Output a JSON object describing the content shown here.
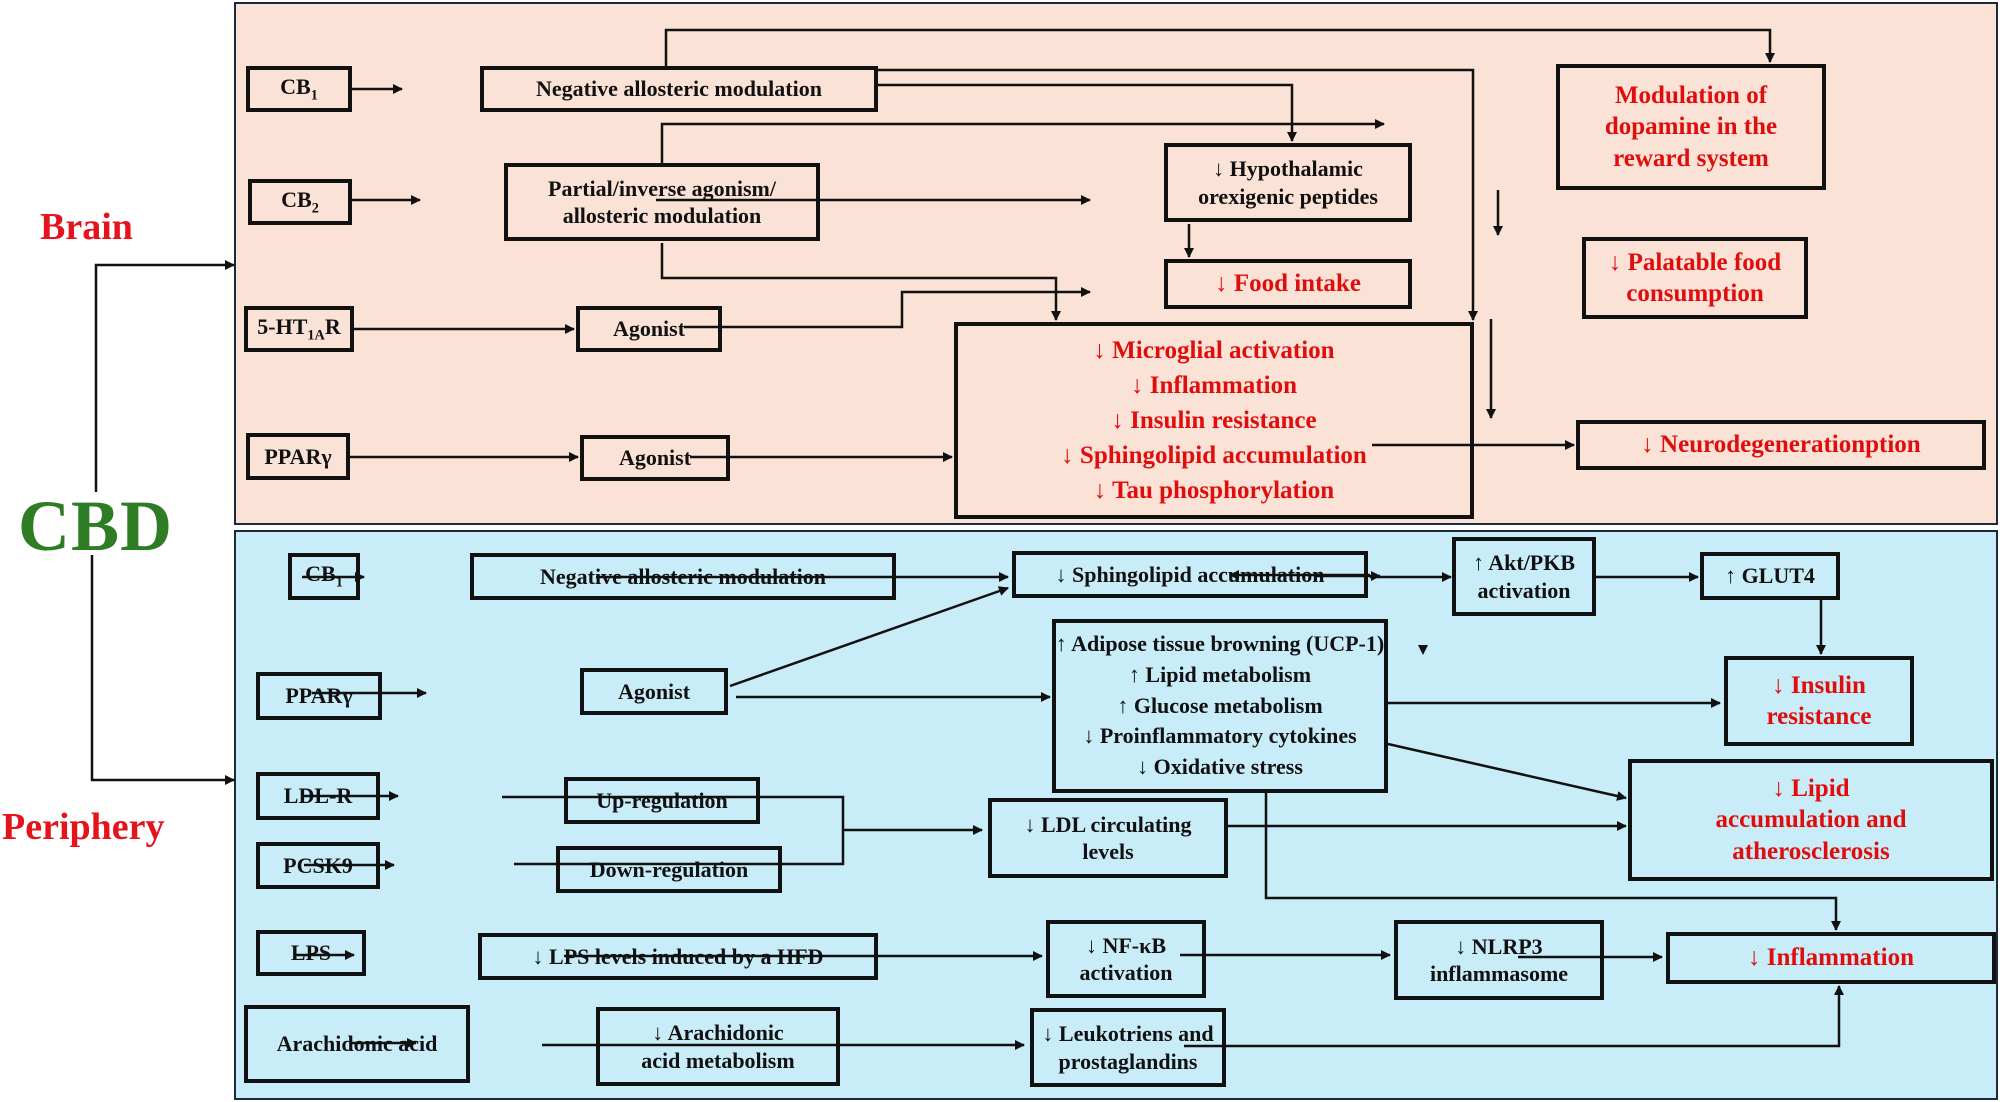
{
  "labels": {
    "source": "CBD",
    "brain": "Brain",
    "periphery": "Periphery"
  },
  "colors": {
    "brain_panel_bg": "#fbe2d6",
    "periphery_panel_bg": "#c9ecf9",
    "outcome_text": "#e00d0d",
    "section_label": "#e3141b",
    "cbd_label": "#2e7d25"
  },
  "brain": {
    "receptors": {
      "cb1": {
        "main": "CB",
        "sub": "1"
      },
      "cb2": {
        "main": "CB",
        "sub": "2"
      },
      "ht1a": {
        "pre": "5-HT",
        "sub": "1A",
        "post": "R"
      },
      "ppar": "PPARγ"
    },
    "mechanisms": {
      "neg_allosteric": "Negative allosteric modulation",
      "partial_inverse": [
        "Partial/inverse agonism/",
        "allosteric modulation"
      ],
      "agonist_5ht": "Agonist",
      "agonist_ppar": "Agonist"
    },
    "effects": {
      "hypothalamic": [
        "↓ Hypothalamic",
        "orexigenic peptides"
      ],
      "food_intake": "↓ Food intake",
      "dopamine": [
        "Modulation of",
        "dopamine in the",
        "reward system"
      ],
      "palatable": [
        "↓ Palatable food",
        "consumption"
      ],
      "microglial": [
        "↓ Microglial activation",
        "↓ Inflammation",
        "↓ Insulin resistance",
        "↓ Sphingolipid accumulation",
        "↓ Tau phosphorylation"
      ],
      "neurodegeneration": "↓ Neurodegenerationption"
    }
  },
  "periphery": {
    "receptors": {
      "cb1": {
        "main": "CB",
        "sub": "1"
      },
      "ppar": "PPARγ",
      "ldlr": "LDL-R",
      "pcsk9": "PCSK9",
      "lps": "LPS",
      "arachidonic": "Arachidonic acid"
    },
    "mechanisms": {
      "neg_allosteric": "Negative allosteric modulation",
      "agonist": "Agonist",
      "upregulation": "Up-regulation",
      "downregulation": "Down-regulation",
      "lps_levels": "↓ LPS levels induced by a HFD",
      "arachidonic_metab": [
        "↓ Arachidonic",
        "acid metabolism"
      ]
    },
    "effects": {
      "sphingolipid": "↓ Sphingolipid accumulation",
      "akt": [
        "↑ Akt/PKB",
        "activation"
      ],
      "glut4": "↑ GLUT4",
      "adipose": [
        "↑ Adipose tissue browning (UCP-1)",
        "↑ Lipid metabolism",
        "↑ Glucose metabolism",
        "↓ Proinflammatory cytokines",
        "↓ Oxidative stress"
      ],
      "insulin": [
        "↓ Insulin",
        "resistance"
      ],
      "ldl": [
        "↓ LDL circulating",
        "levels"
      ],
      "lipid": [
        "↓ Lipid",
        "accumulation and",
        "atherosclerosis"
      ],
      "nfkb": [
        "↓ NF-κB",
        "activation"
      ],
      "nlrp3": [
        "↓ NLRP3",
        "inflammasome"
      ],
      "inflammation": "↓ Inflammation",
      "leukotriens": [
        "↓ Leukotriens and",
        "prostaglandins"
      ]
    }
  }
}
